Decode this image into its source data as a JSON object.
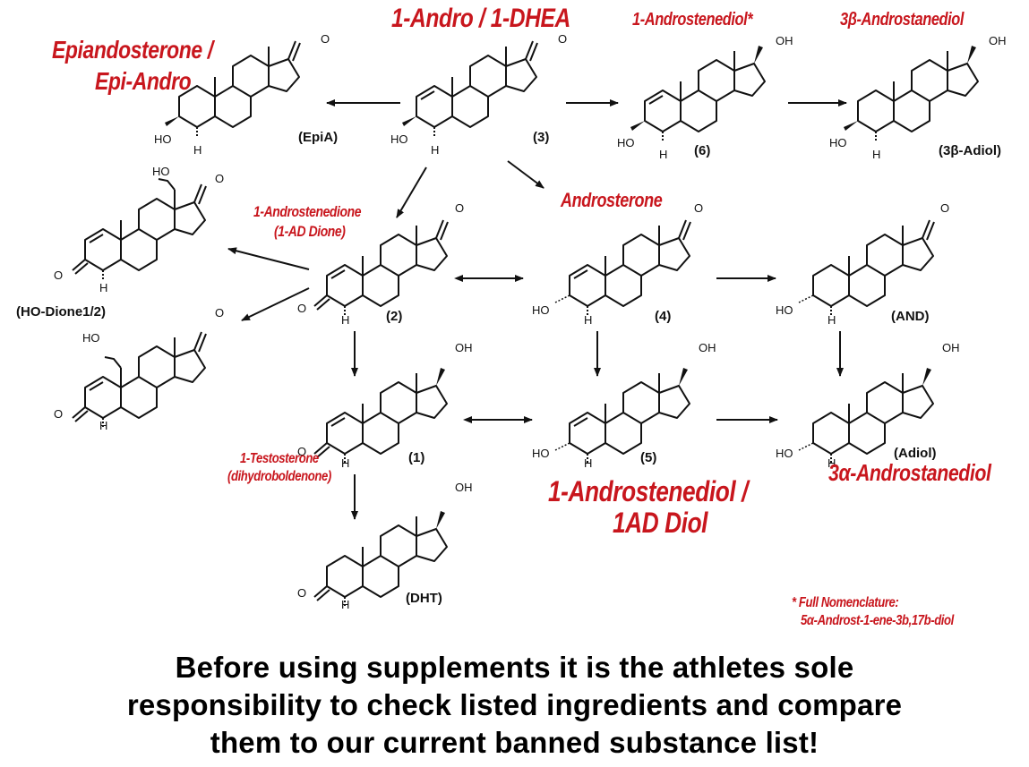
{
  "title_labels": {
    "andro_1dhea": "1-Andro / 1-DHEA",
    "epiandrosterone": [
      "Epiandosterone /",
      "Epi-Andro"
    ],
    "androstenediol_star": "1-Androstenediol*",
    "beta_androstanediol": "3β-Androstanediol",
    "androstenedione": [
      "1-Androstenedione",
      "(1-AD Dione)"
    ],
    "androsterone": "Androsterone",
    "testosterone_1": [
      "1-Testosterone",
      "(dihydroboldenone)"
    ],
    "androstenediol_1ad": [
      "1-Androstenediol /",
      "1AD Diol"
    ],
    "alpha_androstanediol": "3α-Androstanediol"
  },
  "compounds": [
    {
      "id": "EpiA",
      "code": "(EpiA)"
    },
    {
      "id": "3",
      "code": "(3)"
    },
    {
      "id": "6",
      "code": "(6)"
    },
    {
      "id": "3b-Adiol",
      "code": "(3β-Adiol)"
    },
    {
      "id": "HO-Dione",
      "code": "(HO-Dione1/2)"
    },
    {
      "id": "2",
      "code": "(2)"
    },
    {
      "id": "4",
      "code": "(4)"
    },
    {
      "id": "AND",
      "code": "(AND)"
    },
    {
      "id": "1",
      "code": "(1)"
    },
    {
      "id": "5",
      "code": "(5)"
    },
    {
      "id": "Adiol",
      "code": "(Adiol)"
    },
    {
      "id": "DHT",
      "code": "(DHT)"
    }
  ],
  "atoms": {
    "oxygen": "O",
    "hydroxyl": "OH",
    "hydroxyl_left": "HO",
    "hydrogen": "H"
  },
  "footnote": {
    "line1": "* Full Nomenclature:",
    "line2": "5α-Androst-1-ene-3b,17b-diol"
  },
  "banner": {
    "line1": "Before using supplements it is the athletes sole",
    "line2": "responsibility to check listed ingredients and compare",
    "line3": "them to our current banned substance list!"
  },
  "colors": {
    "label_red": "#c8161d",
    "line": "#111111",
    "background": "#ffffff"
  }
}
